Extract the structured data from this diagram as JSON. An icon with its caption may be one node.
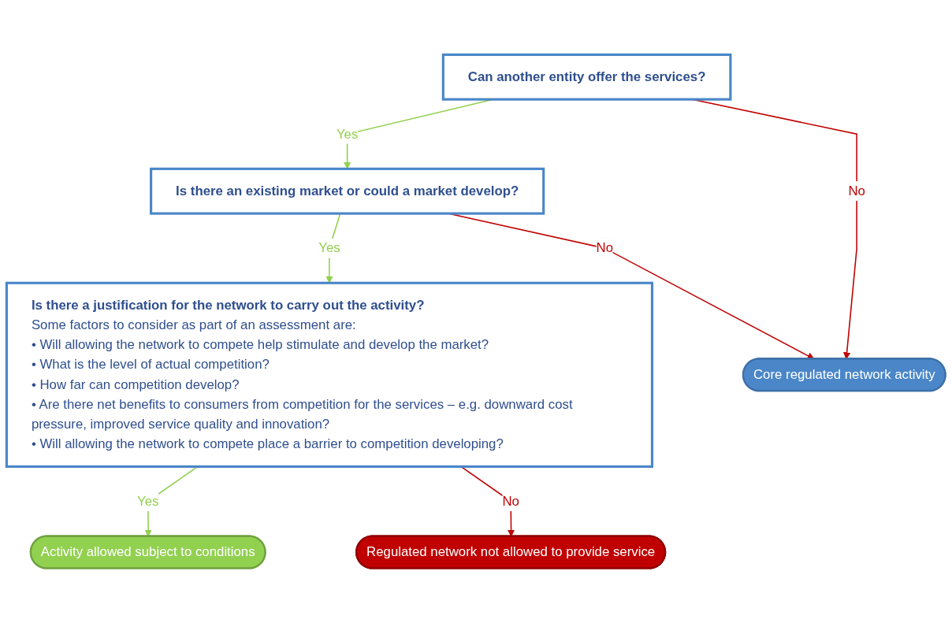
{
  "diagram": {
    "nodes": [
      {
        "text": [
          "Can another entity offer the services?"
        ]
      },
      {
        "text": [
          "Is there an existing market or could a market develop?"
        ]
      },
      {
        "text": [
          "Is there a justification for the network to carry out the activity?",
          "Some factors to consider as part of an assessment are:",
          "• Will allowing the network to compete help stimulate and develop the market?",
          "• What is the level of actual competition?",
          "• How far can competition develop?",
          "• Are there net benefits to consumers from competition for the services – e.g. downward cost pressure, improved service quality and innovation?",
          "• Will allowing the network to compete place a barrier to competition developing?"
        ]
      },
      {
        "text": [
          "Core regulated network activity"
        ]
      },
      {
        "text": [
          "Activity allowed subject to conditions"
        ]
      },
      {
        "text": [
          "Regulated network not allowed to provide service"
        ]
      }
    ],
    "edges": [
      {
        "from": 0,
        "to": 1,
        "arrow": "to",
        "label": "Yes",
        "color": "#92d050"
      },
      {
        "from": 1,
        "to": 2,
        "arrow": "to",
        "label": "Yes",
        "color": "#92d050"
      },
      {
        "from": 2,
        "to": 4,
        "arrow": "to",
        "label": "Yes",
        "color": "#92d050"
      },
      {
        "from": 0,
        "to": 3,
        "arrow": "to",
        "label": "No",
        "color": "#c00000"
      },
      {
        "from": 1,
        "to": 3,
        "arrow": "to",
        "label": "No",
        "color": "#c00000"
      },
      {
        "from": 2,
        "to": 5,
        "arrow": "to",
        "label": "No",
        "color": "#c00000"
      }
    ]
  }
}
